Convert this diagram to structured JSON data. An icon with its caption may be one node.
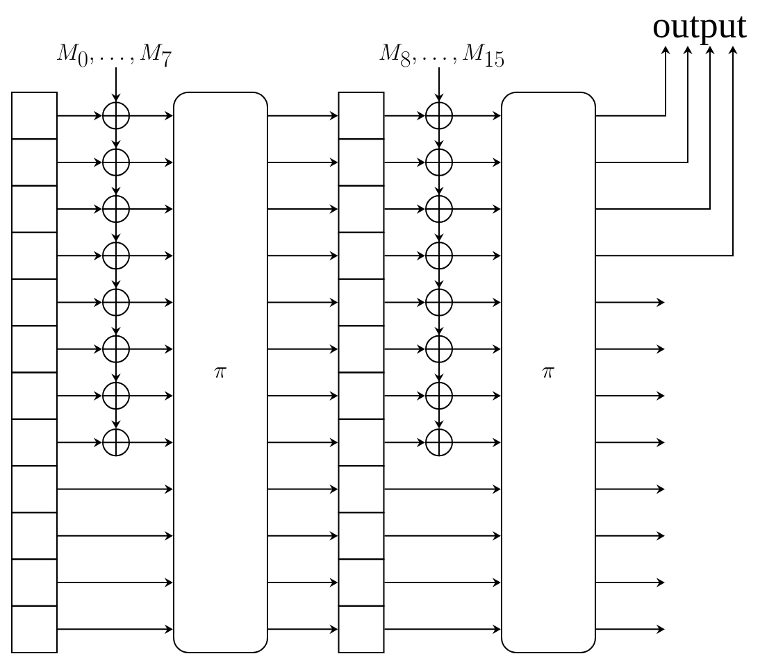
{
  "diagram": {
    "nodes": [
      {
        "text": [
          "M_0, \\ldots, M_7"
        ]
      },
      {
        "text": [
          "M_8, \\ldots, M_{15}"
        ]
      },
      {
        "text": [
          "output"
        ]
      },
      {
        "text": [],
        "shape": "box"
      },
      {
        "text": [],
        "shape": "box"
      },
      {
        "text": [],
        "shape": "box"
      },
      {
        "text": [],
        "shape": "box"
      },
      {
        "text": [],
        "shape": "box"
      },
      {
        "text": [],
        "shape": "box"
      },
      {
        "text": [],
        "shape": "box"
      },
      {
        "text": [],
        "shape": "box"
      },
      {
        "text": [],
        "shape": "box"
      },
      {
        "text": [],
        "shape": "box"
      },
      {
        "text": [],
        "shape": "box"
      },
      {
        "text": [],
        "shape": "box"
      },
      {
        "text": [],
        "shape": "circle"
      },
      {
        "text": [],
        "shape": "circle"
      },
      {
        "text": [],
        "shape": "circle"
      },
      {
        "text": [],
        "shape": "circle"
      },
      {
        "text": [],
        "shape": "circle"
      },
      {
        "text": [],
        "shape": "circle"
      },
      {
        "text": [],
        "shape": "circle"
      },
      {
        "text": [],
        "shape": "circle"
      },
      {
        "text": [
          "\\pi"
        ]
      },
      {
        "text": [],
        "shape": "box"
      },
      {
        "text": [],
        "shape": "box"
      },
      {
        "text": [],
        "shape": "box"
      },
      {
        "text": [],
        "shape": "box"
      },
      {
        "text": [],
        "shape": "box"
      },
      {
        "text": [],
        "shape": "box"
      },
      {
        "text": [],
        "shape": "box"
      },
      {
        "text": [],
        "shape": "box"
      },
      {
        "text": [],
        "shape": "box"
      },
      {
        "text": [],
        "shape": "box"
      },
      {
        "text": [],
        "shape": "box"
      },
      {
        "text": [],
        "shape": "box"
      },
      {
        "text": [],
        "shape": "circle"
      },
      {
        "text": [],
        "shape": "circle"
      },
      {
        "text": [],
        "shape": "circle"
      },
      {
        "text": [],
        "shape": "circle"
      },
      {
        "text": [],
        "shape": "circle"
      },
      {
        "text": [],
        "shape": "circle"
      },
      {
        "text": [],
        "shape": "circle"
      },
      {
        "text": [],
        "shape": "circle"
      },
      {
        "text": [
          "\\pi"
        ]
      }
    ],
    "edges": [
      {
        "from": 3,
        "to": 15,
        "arrow": "to"
      },
      {
        "from": 15,
        "to": 23,
        "arrow": "to"
      },
      {
        "from": 4,
        "to": 16,
        "arrow": "to"
      },
      {
        "from": 16,
        "to": 23,
        "arrow": "to"
      },
      {
        "from": 5,
        "to": 17,
        "arrow": "to"
      },
      {
        "from": 17,
        "to": 23,
        "arrow": "to"
      },
      {
        "from": 6,
        "to": 18,
        "arrow": "to"
      },
      {
        "from": 18,
        "to": 23,
        "arrow": "to"
      },
      {
        "from": 7,
        "to": 19,
        "arrow": "to"
      },
      {
        "from": 19,
        "to": 23,
        "arrow": "to"
      },
      {
        "from": 8,
        "to": 20,
        "arrow": "to"
      },
      {
        "from": 20,
        "to": 23,
        "arrow": "to"
      },
      {
        "from": 9,
        "to": 21,
        "arrow": "to"
      },
      {
        "from": 21,
        "to": 23,
        "arrow": "to"
      },
      {
        "from": 10,
        "to": 22,
        "arrow": "to"
      },
      {
        "from": 22,
        "to": 23,
        "arrow": "to"
      },
      {
        "from": 11,
        "to": 23,
        "arrow": "to"
      },
      {
        "from": 12,
        "to": 23,
        "arrow": "to"
      },
      {
        "from": 13,
        "to": 23,
        "arrow": "to"
      },
      {
        "from": 14,
        "to": 23,
        "arrow": "to"
      },
      {
        "from": 0,
        "to": 15,
        "arrow": "to"
      },
      {
        "from": 0,
        "to": 16,
        "arrow": "to"
      },
      {
        "from": 0,
        "to": 17,
        "arrow": "to"
      },
      {
        "from": 0,
        "to": 18,
        "arrow": "to"
      },
      {
        "from": 0,
        "to": 19,
        "arrow": "to"
      },
      {
        "from": 0,
        "to": 20,
        "arrow": "to"
      },
      {
        "from": 0,
        "to": 21,
        "arrow": "to"
      },
      {
        "from": 0,
        "to": 22,
        "arrow": "to"
      },
      {
        "from": 23,
        "to": 24,
        "arrow": "to"
      },
      {
        "from": 23,
        "to": 25,
        "arrow": "to"
      },
      {
        "from": 23,
        "to": 26,
        "arrow": "to"
      },
      {
        "from": 23,
        "to": 27,
        "arrow": "to"
      },
      {
        "from": 23,
        "to": 28,
        "arrow": "to"
      },
      {
        "from": 23,
        "to": 29,
        "arrow": "to"
      },
      {
        "from": 23,
        "to": 30,
        "arrow": "to"
      },
      {
        "from": 23,
        "to": 31,
        "arrow": "to"
      },
      {
        "from": 23,
        "to": 32,
        "arrow": "to"
      },
      {
        "from": 23,
        "to": 33,
        "arrow": "to"
      },
      {
        "from": 23,
        "to": 34,
        "arrow": "to"
      },
      {
        "from": 23,
        "to": 35,
        "arrow": "to"
      },
      {
        "from": 24,
        "to": 36,
        "arrow": "to"
      },
      {
        "from": 36,
        "to": 44,
        "arrow": "to"
      },
      {
        "from": 25,
        "to": 37,
        "arrow": "to"
      },
      {
        "from": 37,
        "to": 44,
        "arrow": "to"
      },
      {
        "from": 26,
        "to": 38,
        "arrow": "to"
      },
      {
        "from": 38,
        "to": 44,
        "arrow": "to"
      },
      {
        "from": 27,
        "to": 39,
        "arrow": "to"
      },
      {
        "from": 39,
        "to": 44,
        "arrow": "to"
      },
      {
        "from": 28,
        "to": 40,
        "arrow": "to"
      },
      {
        "from": 40,
        "to": 44,
        "arrow": "to"
      },
      {
        "from": 29,
        "to": 41,
        "arrow": "to"
      },
      {
        "from": 41,
        "to": 44,
        "arrow": "to"
      },
      {
        "from": 30,
        "to": 42,
        "arrow": "to"
      },
      {
        "from": 42,
        "to": 44,
        "arrow": "to"
      },
      {
        "from": 31,
        "to": 43,
        "arrow": "to"
      },
      {
        "from": 43,
        "to": 44,
        "arrow": "to"
      },
      {
        "from": 32,
        "to": 44,
        "arrow": "to"
      },
      {
        "from": 33,
        "to": 44,
        "arrow": "to"
      },
      {
        "from": 34,
        "to": 44,
        "arrow": "to"
      },
      {
        "from": 35,
        "to": 44,
        "arrow": "to"
      },
      {
        "from": 1,
        "to": 36,
        "arrow": "to"
      },
      {
        "from": 1,
        "to": 37,
        "arrow": "to"
      },
      {
        "from": 1,
        "to": 38,
        "arrow": "to"
      },
      {
        "from": 1,
        "to": 39,
        "arrow": "to"
      },
      {
        "from": 1,
        "to": 40,
        "arrow": "to"
      },
      {
        "from": 1,
        "to": 41,
        "arrow": "to"
      },
      {
        "from": 1,
        "to": 42,
        "arrow": "to"
      },
      {
        "from": 1,
        "to": 43,
        "arrow": "to"
      },
      {
        "from": 44,
        "to": 2,
        "arrow": "to"
      },
      {
        "from": 44,
        "to": 2,
        "arrow": "to"
      },
      {
        "from": 44,
        "to": 2,
        "arrow": "to"
      },
      {
        "from": 44,
        "to": 2,
        "arrow": "to"
      },
      {
        "from": 44,
        "to": null,
        "arrow": "to"
      },
      {
        "from": 44,
        "to": null,
        "arrow": "to"
      },
      {
        "from": 44,
        "to": null,
        "arrow": "to"
      },
      {
        "from": 44,
        "to": null,
        "arrow": "to"
      },
      {
        "from": 44,
        "to": null,
        "arrow": "to"
      },
      {
        "from": 44,
        "to": null,
        "arrow": "to"
      },
      {
        "from": 44,
        "to": null,
        "arrow": "to"
      },
      {
        "from": 44,
        "to": null,
        "arrow": "to"
      }
    ]
  }
}
